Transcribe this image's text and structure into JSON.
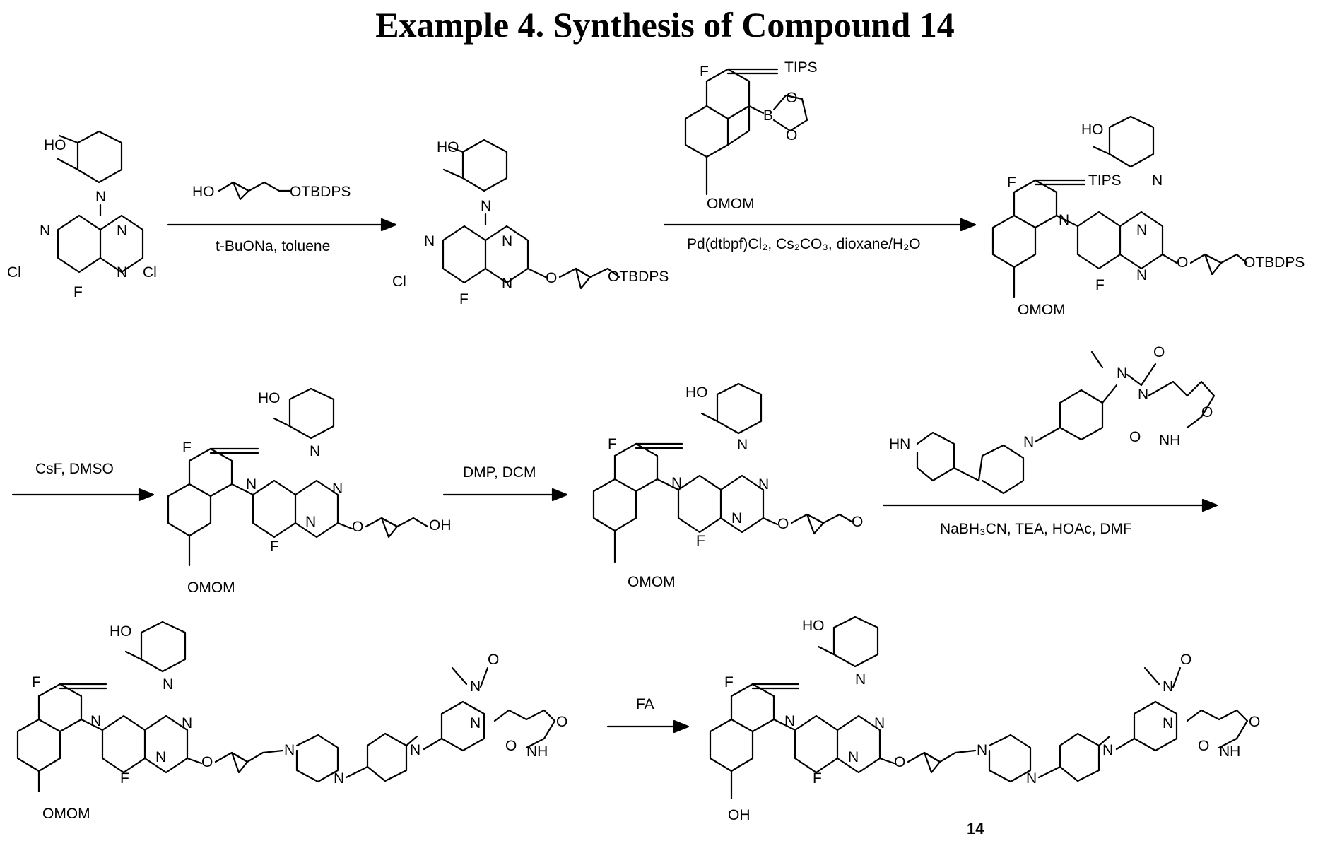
{
  "title": "Example 4. Synthesis of Compound 14",
  "atoms": {
    "HO": "HO",
    "N": "N",
    "Cl": "Cl",
    "F": "F",
    "O": "O",
    "OH": "OH",
    "OTBDPS": "OTBDPS",
    "TIPS": "TIPS",
    "B": "B",
    "OMOM": "OMOM",
    "HN": "HN",
    "NH": "NH",
    "OH_end": "OH"
  },
  "steps": [
    {
      "label": "t-BuONa, toluene",
      "reagent": "HO ... OTBDPS"
    },
    {
      "label": "Pd(dtbpf)Cl₂, Cs₂CO₃, dioxane/H₂O"
    },
    {
      "label": "CsF, DMSO"
    },
    {
      "label": "DMP, DCM"
    },
    {
      "label": "NaBH₃CN, TEA, HOAc, DMF"
    },
    {
      "label": "FA"
    }
  ],
  "compound_number": "14"
}
